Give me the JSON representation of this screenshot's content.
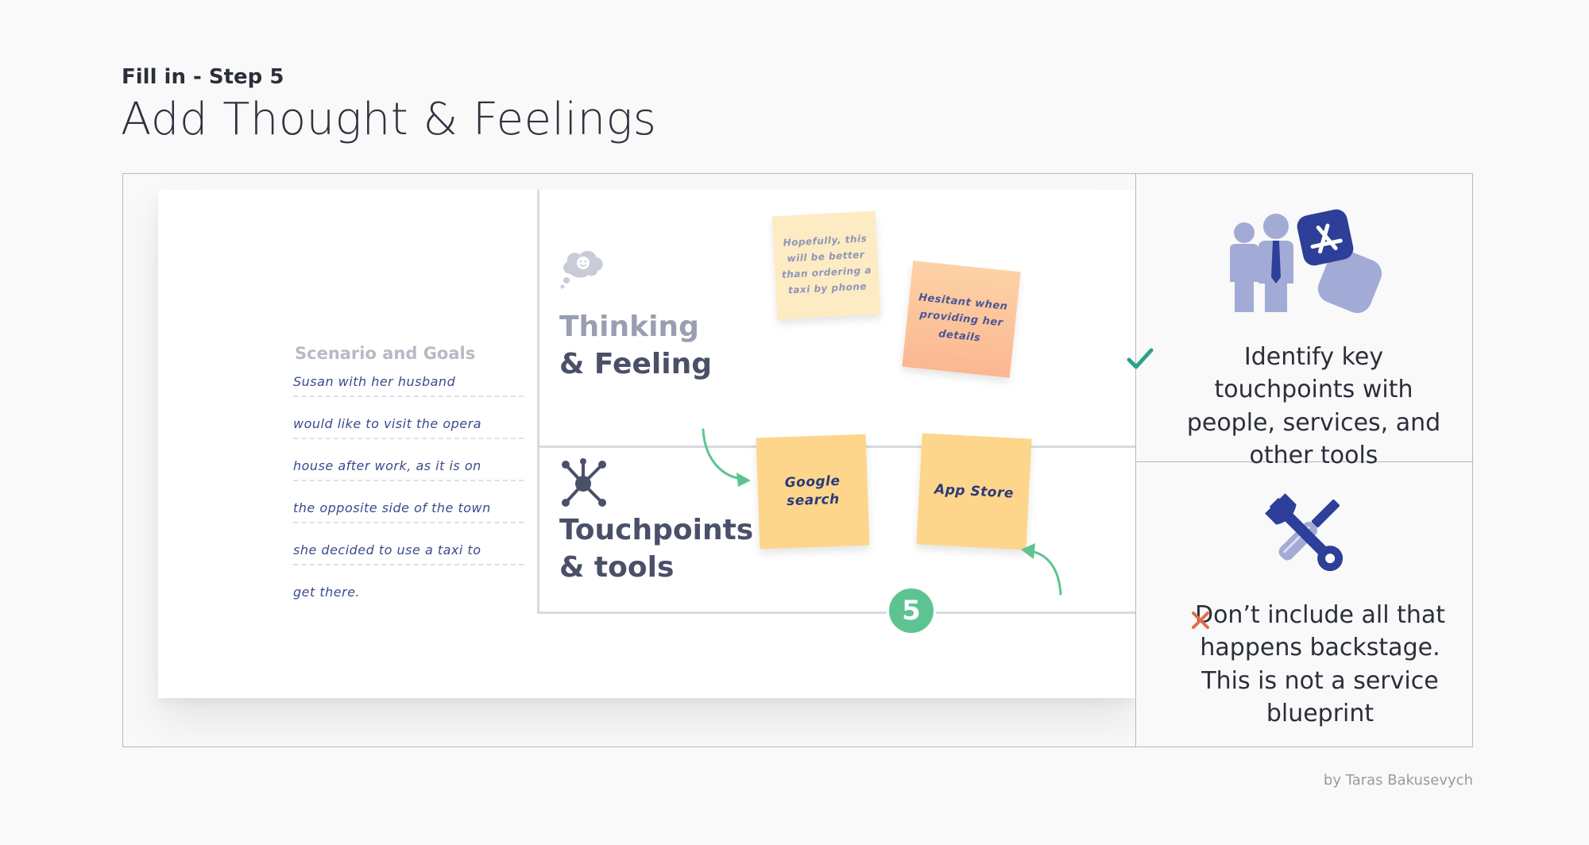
{
  "header": {
    "step": "Fill in - Step 5",
    "title": "Add Thought & Feelings"
  },
  "illustration": {
    "scenario": {
      "title": "Scenario and Goals",
      "lines": [
        "Susan with her husband",
        "would like to visit the opera",
        "house after work, as it is on",
        "the opposite side of the town",
        "she decided to use a taxi to",
        "get there."
      ]
    },
    "thinking": {
      "line1": "Thinking",
      "line2": "& Feeling",
      "icon": "thought-cloud-icon",
      "notes": [
        "Hopefully, this will be better than ordering a taxi by phone",
        "Hesitant when providing her details"
      ]
    },
    "touchpoints": {
      "line1": "Touchpoints",
      "line2": "& tools",
      "icon": "network-hub-icon",
      "notes": [
        "Google search",
        "App Store"
      ]
    },
    "step_badge": "5"
  },
  "tips": {
    "do": {
      "icon": "people-and-app-store-icon",
      "marker": "check-icon",
      "text": "Identify key touchpoints with people, services, and other tools"
    },
    "dont": {
      "icon": "wrench-and-screwdriver-icon",
      "marker": "cross-icon",
      "text": "Don’t include all that happens backstage. This is not a service blueprint"
    }
  },
  "colors": {
    "accent_green": "#5dc491",
    "check_green": "#2aa38a",
    "cross_orange": "#e36c4a",
    "icon_navy": "#2e3f99",
    "icon_lavender": "#a2abd6",
    "sticky_yellow": "#fdd68c",
    "sticky_orange": "#fcb791"
  },
  "credit": "by Taras Bakusevych"
}
